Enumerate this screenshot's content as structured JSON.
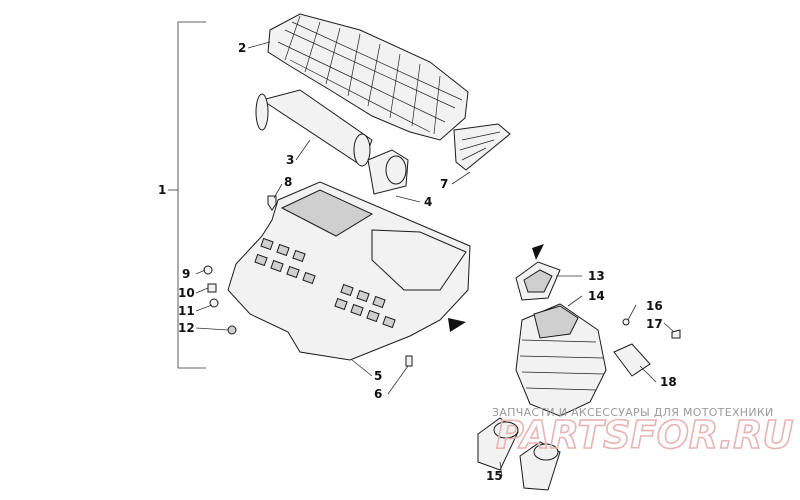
{
  "callouts": [
    "1",
    "2",
    "3",
    "4",
    "5",
    "6",
    "7",
    "8",
    "9",
    "10",
    "11",
    "12",
    "13",
    "14",
    "15",
    "16",
    "17",
    "18"
  ],
  "watermark": {
    "line1": "ЗАПЧАСТИ И АКСЕССУАРЫ ДЛЯ МОТОТЕХНИКИ",
    "logo": "PARTSFOR.RU"
  },
  "colors": {
    "line": "#1a1a1a",
    "watermark_text": "#9a9a9a",
    "watermark_logo": "#e9b3b3"
  }
}
